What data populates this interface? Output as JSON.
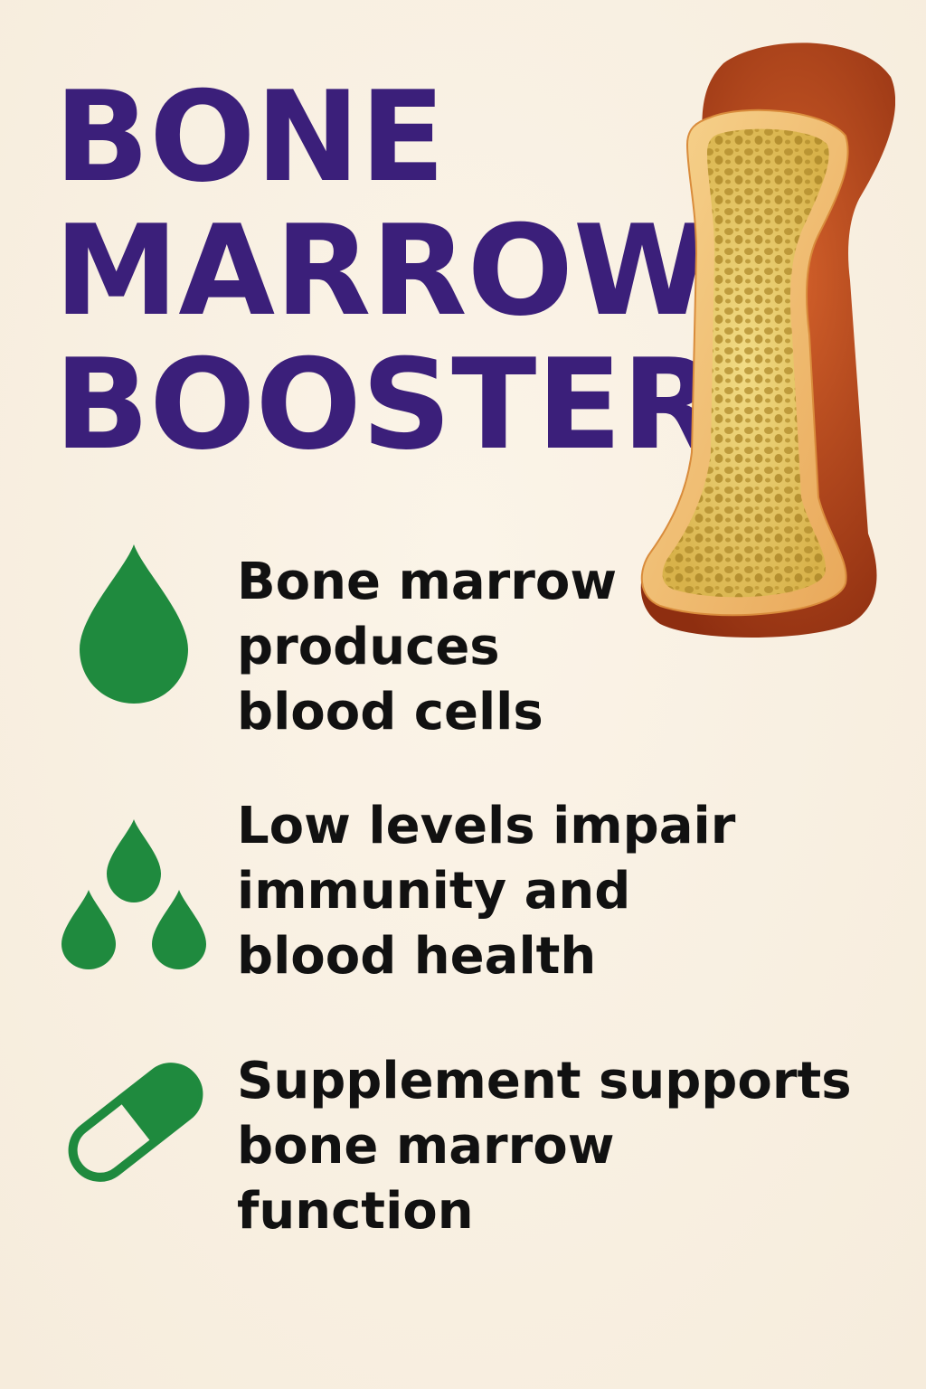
{
  "title": {
    "line1": "BONE",
    "line2": "MARROW",
    "line3": "BOOSTER"
  },
  "colors": {
    "background": "#f8f0e3",
    "title": "#3b1f7a",
    "icon_green": "#1f8a3e",
    "text": "#111111",
    "bone_outer": "#b8441a",
    "bone_cortex": "#f0c070",
    "bone_marrow": "#e6c25a"
  },
  "illustration": {
    "name": "bone-cross-section-illustration"
  },
  "items": [
    {
      "icon": "drop-icon",
      "lines": [
        "Bone marrow",
        "produces",
        "blood cells"
      ]
    },
    {
      "icon": "three-drops-icon",
      "lines": [
        "Low levels impair",
        "immunity and",
        "blood health"
      ]
    },
    {
      "icon": "capsule-icon",
      "lines": [
        "Supplement supports",
        "bone marrow",
        "function"
      ]
    }
  ]
}
